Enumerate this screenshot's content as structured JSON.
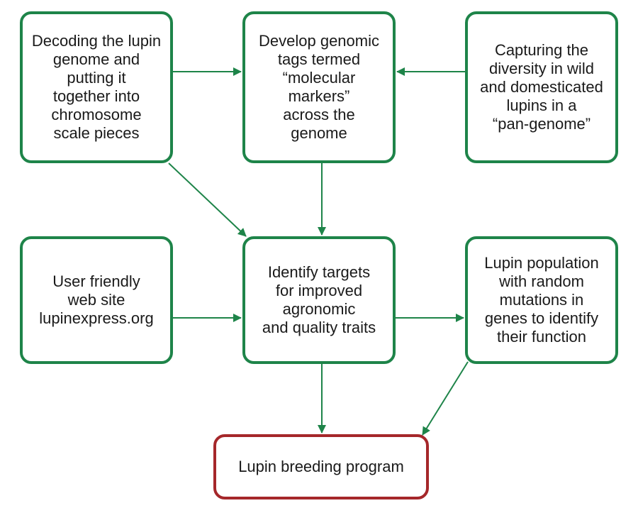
{
  "colors": {
    "node_border": "#1e8449",
    "final_border": "#a5272a",
    "arrow": "#1e8449"
  },
  "nodes": {
    "decode": {
      "text": "Decoding the lupin\ngenome and\nputting it\ntogether into\nchromosome\nscale pieces"
    },
    "markers": {
      "text": "Develop genomic\ntags termed\n“molecular\nmarkers”\nacross the\ngenome"
    },
    "pangenome": {
      "text": "Capturing the\ndiversity in wild\nand domesticated\nlupins in a\n“pan-genome”"
    },
    "website": {
      "text": "User friendly\nweb site\nlupinexpress.org"
    },
    "targets": {
      "text": "Identify targets\nfor improved\nagronomic\nand quality traits"
    },
    "mutants": {
      "text": "Lupin population\nwith random\nmutations in\ngenes to identify\ntheir function"
    },
    "breeding": {
      "text": "Lupin breeding program"
    }
  },
  "edges": [
    {
      "from": "decode",
      "to": "markers"
    },
    {
      "from": "pangenome",
      "to": "markers"
    },
    {
      "from": "decode",
      "to": "targets"
    },
    {
      "from": "markers",
      "to": "targets"
    },
    {
      "from": "website",
      "to": "targets"
    },
    {
      "from": "targets",
      "to": "mutants"
    },
    {
      "from": "targets",
      "to": "breeding"
    },
    {
      "from": "mutants",
      "to": "breeding"
    }
  ]
}
